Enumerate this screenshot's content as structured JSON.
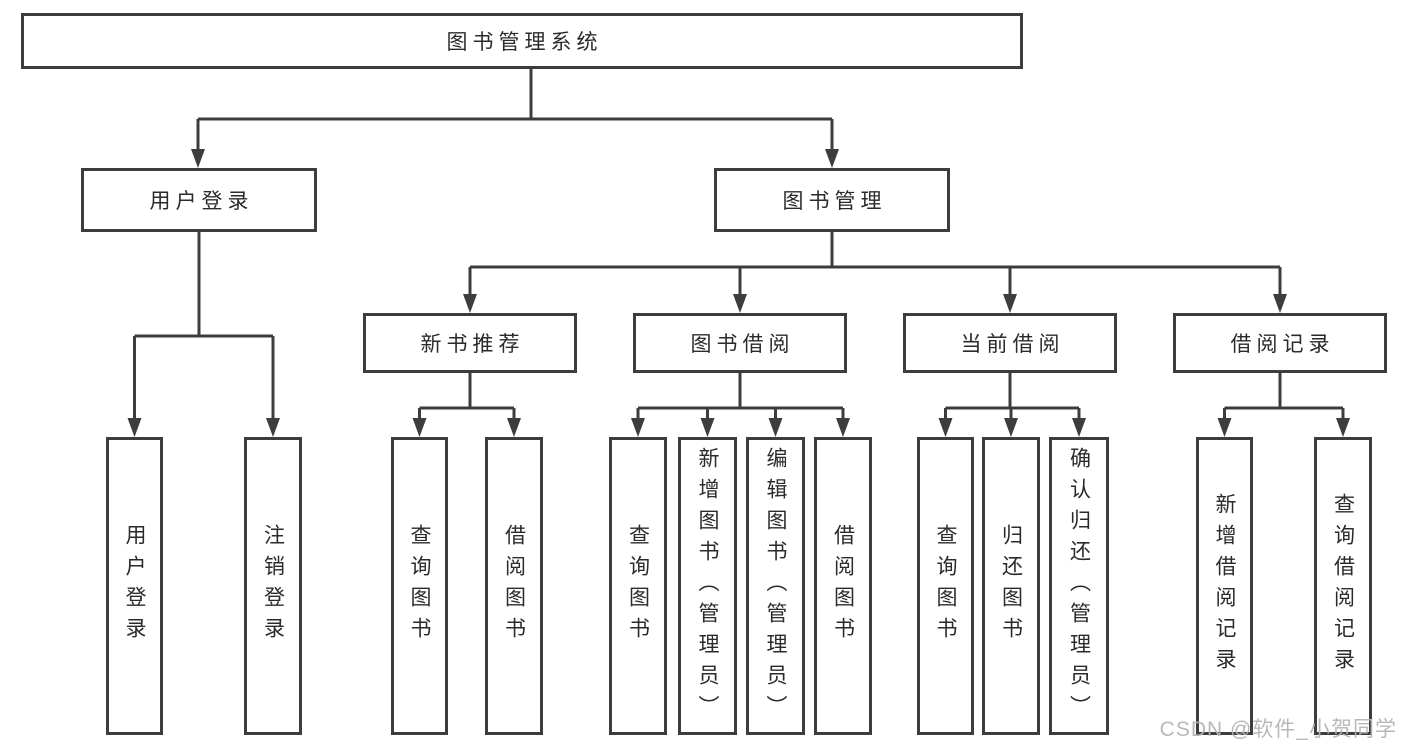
{
  "tree": {
    "root": {
      "label": "图书管理系统",
      "children": [
        {
          "label": "用户登录",
          "children": [
            {
              "label": "用户登录"
            },
            {
              "label": "注销登录"
            }
          ]
        },
        {
          "label": "图书管理",
          "children": [
            {
              "label": "新书推荐",
              "children": [
                {
                  "label": "查询图书"
                },
                {
                  "label": "借阅图书"
                }
              ]
            },
            {
              "label": "图书借阅",
              "children": [
                {
                  "label": "查询图书"
                },
                {
                  "label": "新增图书（管理员）"
                },
                {
                  "label": "编辑图书（管理员）"
                },
                {
                  "label": "借阅图书"
                }
              ]
            },
            {
              "label": "当前借阅",
              "children": [
                {
                  "label": "查询图书"
                },
                {
                  "label": "归还图书"
                },
                {
                  "label": "确认归还（管理员）"
                }
              ]
            },
            {
              "label": "借阅记录",
              "children": [
                {
                  "label": "新增借阅记录"
                },
                {
                  "label": "查询借阅记录"
                }
              ]
            }
          ]
        }
      ]
    }
  },
  "watermark": {
    "text": "CSDN @软件_小贺同学"
  },
  "colors": {
    "line": "#3d3d3d",
    "text": "#2b2b2b",
    "background": "#ffffff",
    "watermark": "#b2b5b8"
  }
}
